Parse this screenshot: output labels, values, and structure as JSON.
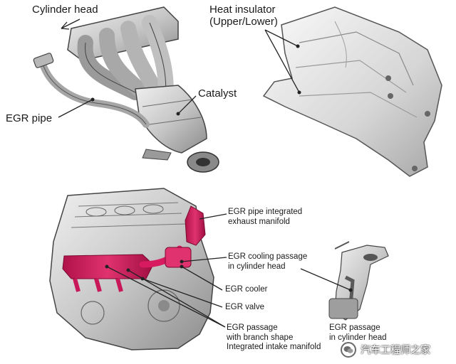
{
  "top_left_figure": {
    "labels": {
      "cylinder_head": "Cylinder head",
      "catalyst": "Catalyst",
      "egr_pipe": "EGR pipe"
    }
  },
  "top_right_figure": {
    "labels": {
      "heat_insulator_line1": "Heat insulator",
      "heat_insulator_line2": "(Upper/Lower)"
    }
  },
  "bottom_figure": {
    "labels": {
      "egr_pipe_integrated_line1": "EGR pipe integrated",
      "egr_pipe_integrated_line2": "exhaust manifold",
      "egr_cooling_passage_line1": "EGR cooling passage",
      "egr_cooling_passage_line2": "in cylinder head",
      "egr_cooler": "EGR cooler",
      "egr_valve": "EGR valve",
      "egr_passage_branch_line1": "EGR passage",
      "egr_passage_branch_line2": "with branch shape",
      "egr_passage_branch_line3": "Integrated intake manifold",
      "egr_passage_cylinder_head_line1": "EGR passage",
      "egr_passage_cylinder_head_line2": "in cylinder head"
    }
  },
  "watermark": {
    "text": "汽车工程师之家"
  },
  "colors": {
    "metal_light": "#dcdcdc",
    "metal_mid": "#b5b5b5",
    "metal_dark": "#7a7a7a",
    "egr_highlight": "#d81b60",
    "outline": "#3a3a3a"
  }
}
